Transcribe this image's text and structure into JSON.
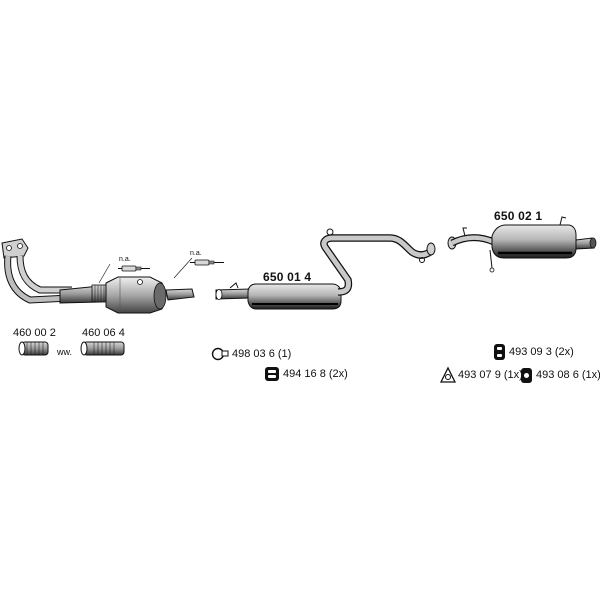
{
  "parts": {
    "main_muffler": "650 01 4",
    "rear_muffler": "650 02 1",
    "flex_pipe_a": "460 00 2",
    "flex_pipe_b": "460 06 4",
    "ww_note": "ww.",
    "na_note_1": "n.a.",
    "na_note_2": "n.a."
  },
  "hardware": {
    "ring_label": "498 03 6 (1)",
    "rubber_mount_a_label": "494 16 8 (2x)",
    "rubber_mount_b_label": "493 09 3 (2x)",
    "triangle_mount_label": "493 07 9 (1x)",
    "hanger_label": "493 08 6 (1x)"
  }
}
